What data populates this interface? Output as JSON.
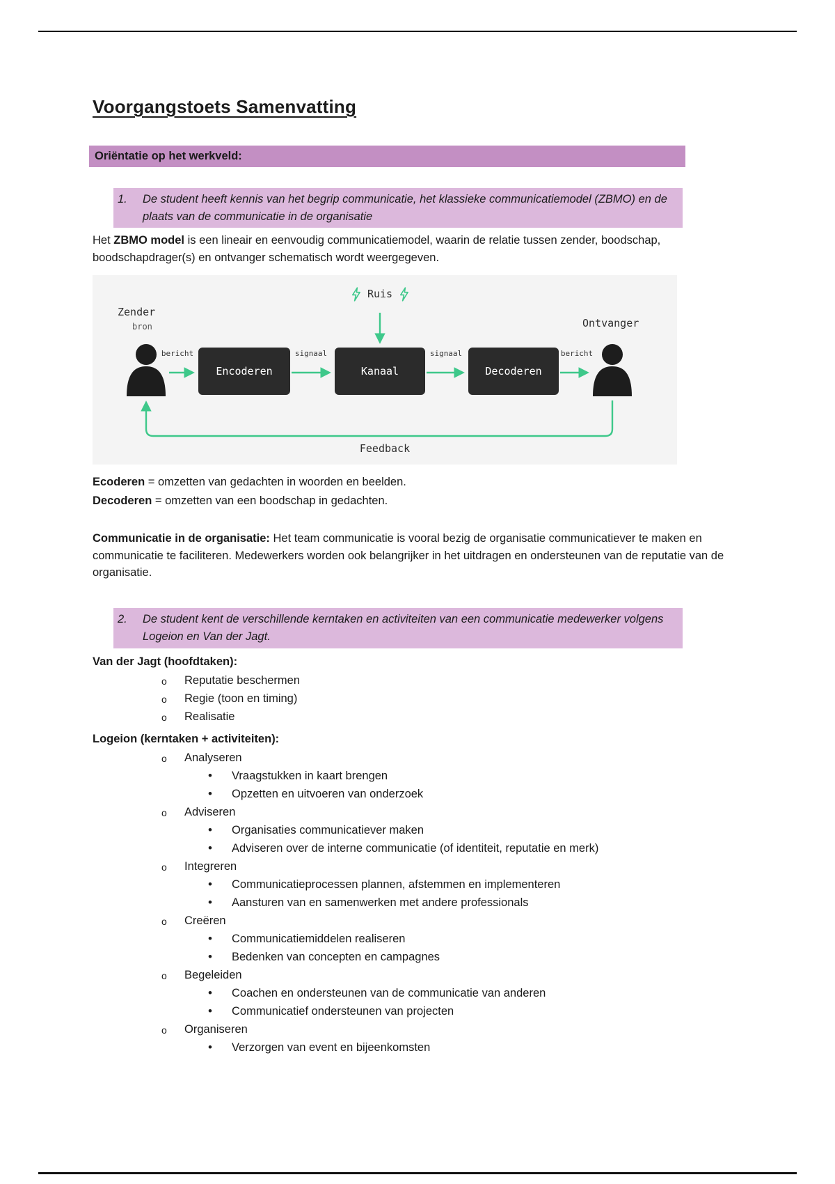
{
  "title": "Voorgangstoets Samenvatting",
  "section_header": "Oriëntatie op het werkveld:",
  "objective1": {
    "number": "1.",
    "text": "De student heeft kennis van het begrip communicatie, het klassieke communicatiemodel (ZBMO) en de plaats van de communicatie in de organisatie"
  },
  "zbmo_paragraph": {
    "pre": "Het ",
    "bold": "ZBMO model",
    "post": " is een lineair en eenvoudig communicatiemodel, waarin de relatie tussen zender, boodschap, boodschapdrager(s) en ontvanger schematisch wordt weergegeven."
  },
  "diagram": {
    "ruis_label": "Ruis",
    "zender_label": "Zender",
    "bron_label": "bron",
    "ontvanger_label": "Ontvanger",
    "bericht_left": "bericht",
    "signaal_left": "signaal",
    "signaal_right": "signaal",
    "bericht_right": "bericht",
    "box_encoderen": "Encoderen",
    "box_kanaal": "Kanaal",
    "box_decoderen": "Decoderen",
    "feedback_label": "Feedback"
  },
  "definitions": [
    {
      "term": "Ecoderen",
      "rest": " = omzetten van gedachten in woorden en beelden."
    },
    {
      "term": "Decoderen",
      "rest": " = omzetten van een boodschap in gedachten."
    }
  ],
  "org_paragraph": {
    "bold": "Communicatie in de organisatie:",
    "rest": " Het team communicatie is vooral bezig de organisatie communicatiever te maken en communicatie te faciliteren. Medewerkers worden ook belangrijker in het uitdragen en ondersteunen van de reputatie van de organisatie."
  },
  "objective2": {
    "number": "2.",
    "text": "De student kent de verschillende kerntaken en activiteiten van een communicatie medewerker volgens Logeion en Van der Jagt."
  },
  "jagt": {
    "heading": "Van der Jagt (hoofdtaken):",
    "items": [
      "Reputatie beschermen",
      "Regie (toon en timing)",
      "Realisatie"
    ]
  },
  "logeion": {
    "heading": "Logeion (kerntaken + activiteiten):",
    "groups": [
      {
        "label": "Analyseren",
        "subs": [
          "Vraagstukken in kaart brengen",
          "Opzetten en uitvoeren van onderzoek"
        ]
      },
      {
        "label": "Adviseren",
        "subs": [
          "Organisaties communicatiever maken",
          "Adviseren over de interne communicatie (of identiteit, reputatie en merk)"
        ]
      },
      {
        "label": "Integreren",
        "subs": [
          "Communicatieprocessen plannen, afstemmen en implementeren",
          "Aansturen van en samenwerken met andere professionals"
        ]
      },
      {
        "label": "Creëren",
        "subs": [
          "Communicatiemiddelen realiseren",
          "Bedenken van concepten en campagnes"
        ]
      },
      {
        "label": "Begeleiden",
        "subs": [
          "Coachen en ondersteunen van de communicatie van anderen",
          "Communicatief ondersteunen van projecten"
        ]
      },
      {
        "label": "Organiseren",
        "subs": [
          "Verzorgen van event en bijeenkomsten"
        ]
      }
    ]
  },
  "colors": {
    "accent-green": "#3ec88a",
    "header-purple": "#c38fc3",
    "highlight-purple": "#dcb8dc",
    "box-dark": "#2b2b2b"
  }
}
